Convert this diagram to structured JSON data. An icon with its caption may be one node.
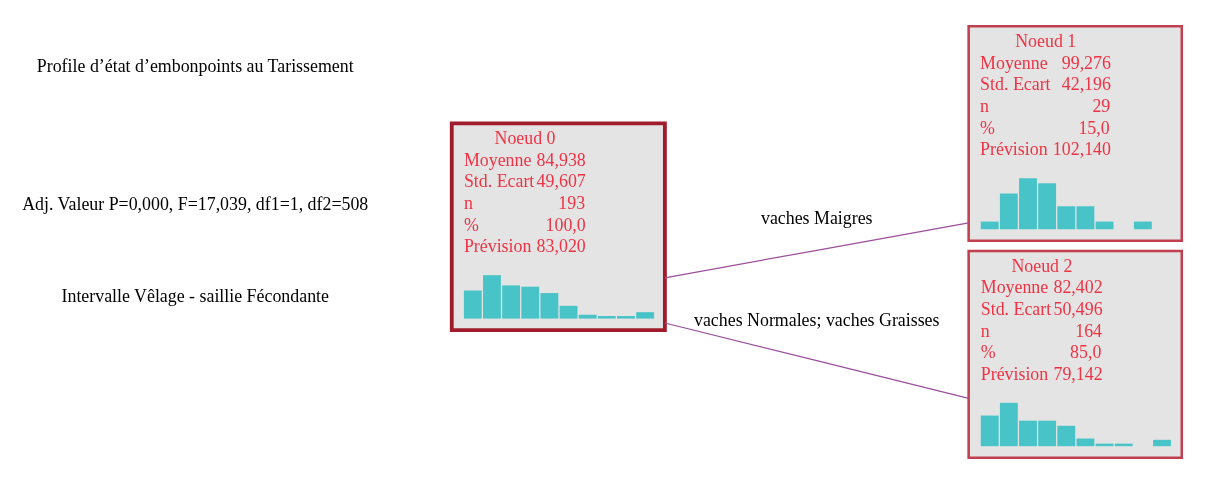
{
  "diagram": {
    "nodes": [
      {
        "text": [
          "Noeud 0",
          "Moyenne",
          "84,938",
          "Std. Ecart",
          "49,607",
          "n",
          "193",
          "%",
          "100,0",
          "Prévision",
          "83,020"
        ]
      },
      {
        "text": [],
        "shape": "picture",
        "in": 0
      },
      {
        "text": [
          "Noeud 1",
          "Moyenne",
          "99,276",
          "Std. Ecart",
          "42,196",
          "n",
          "29",
          "%",
          "15,0",
          "Prévision",
          "102,140"
        ]
      },
      {
        "text": [],
        "shape": "picture",
        "in": 2
      },
      {
        "text": [
          "Noeud 2",
          "Moyenne",
          "82,402",
          "Std. Ecart",
          "50,496",
          "n",
          "164",
          "%",
          "85,0",
          "Prévision",
          "79,142"
        ]
      },
      {
        "text": [],
        "shape": "picture",
        "in": 4
      }
    ],
    "edges": [
      {
        "from": 0,
        "to": 2,
        "arrow": "none",
        "label": "vaches Maigres"
      },
      {
        "from": 0,
        "to": 4,
        "arrow": "none",
        "label": "vaches Normales; vaches Graisses"
      }
    ],
    "labels": [
      "Intervalle Vêlage - saillie Fécondante",
      "Profile d’état d’embonpoints au Tarissement",
      "Adj. Valeur P=0,000, F=17,039, df1=1, df2=508"
    ]
  }
}
